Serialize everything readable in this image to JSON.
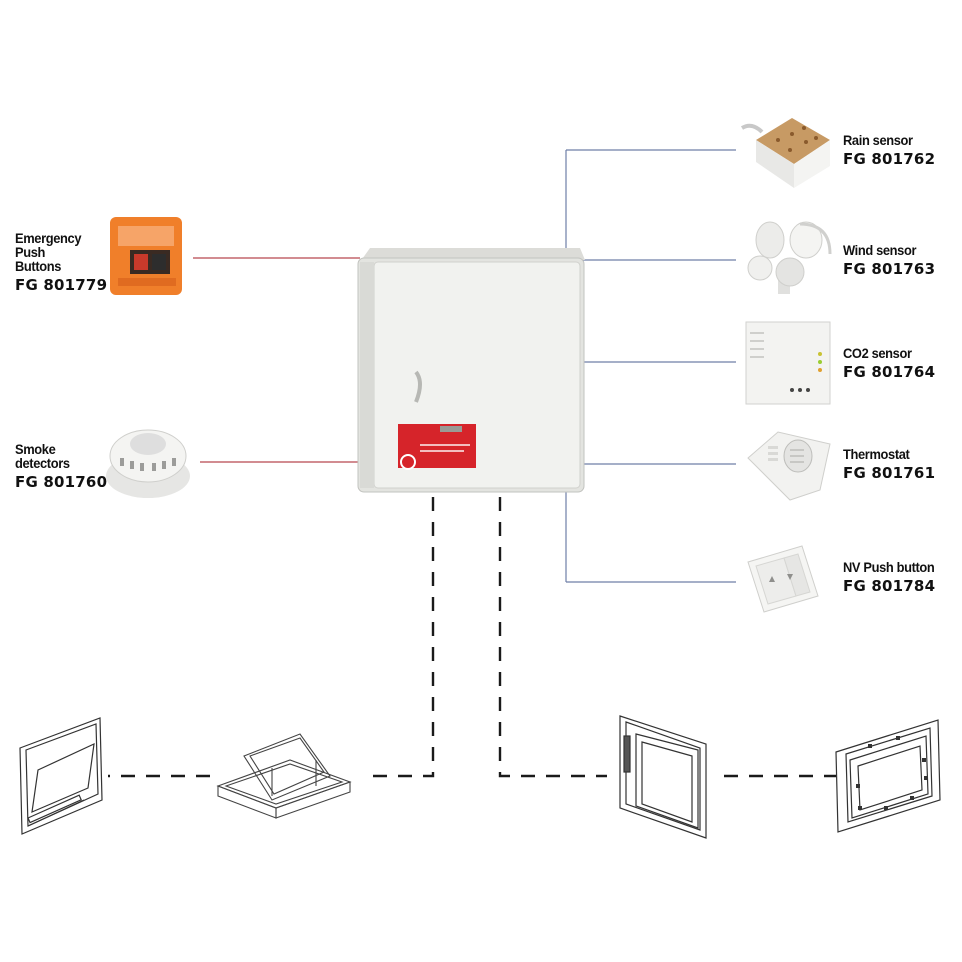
{
  "devices_left": [
    {
      "name_lines": [
        "Emergency",
        "Push",
        "Buttons"
      ],
      "code": "FG 801779",
      "icon": "emergency-push-button-icon"
    },
    {
      "name_lines": [
        "Smoke",
        "detectors"
      ],
      "code": "FG 801760",
      "icon": "smoke-detector-icon"
    }
  ],
  "devices_right": [
    {
      "name": "Rain sensor",
      "code": "FG 801762",
      "icon": "rain-sensor-icon"
    },
    {
      "name": "Wind sensor",
      "code": "FG 801763",
      "icon": "wind-sensor-icon"
    },
    {
      "name": "CO2 sensor",
      "code": "FG 801764",
      "icon": "co2-sensor-icon"
    },
    {
      "name": "Thermostat",
      "code": "FG 801761",
      "icon": "thermostat-icon"
    },
    {
      "name": "NV Push button",
      "code": "FG 801784",
      "icon": "nv-push-button-icon"
    }
  ],
  "control_panel": {
    "icon": "control-panel-cabinet-icon"
  },
  "actuated_windows": [
    {
      "icon": "top-hung-window-icon"
    },
    {
      "icon": "roof-skylight-icon"
    },
    {
      "icon": "side-hung-window-icon"
    },
    {
      "icon": "double-frame-window-icon"
    }
  ],
  "colors": {
    "input_line_left": "#b8474f",
    "input_line_right": "#6f7fa8",
    "output_line": "#1a1a1a",
    "panel_body": "#ecedea",
    "panel_label": "#d6242a",
    "emergency_button": "#f07f2a"
  }
}
